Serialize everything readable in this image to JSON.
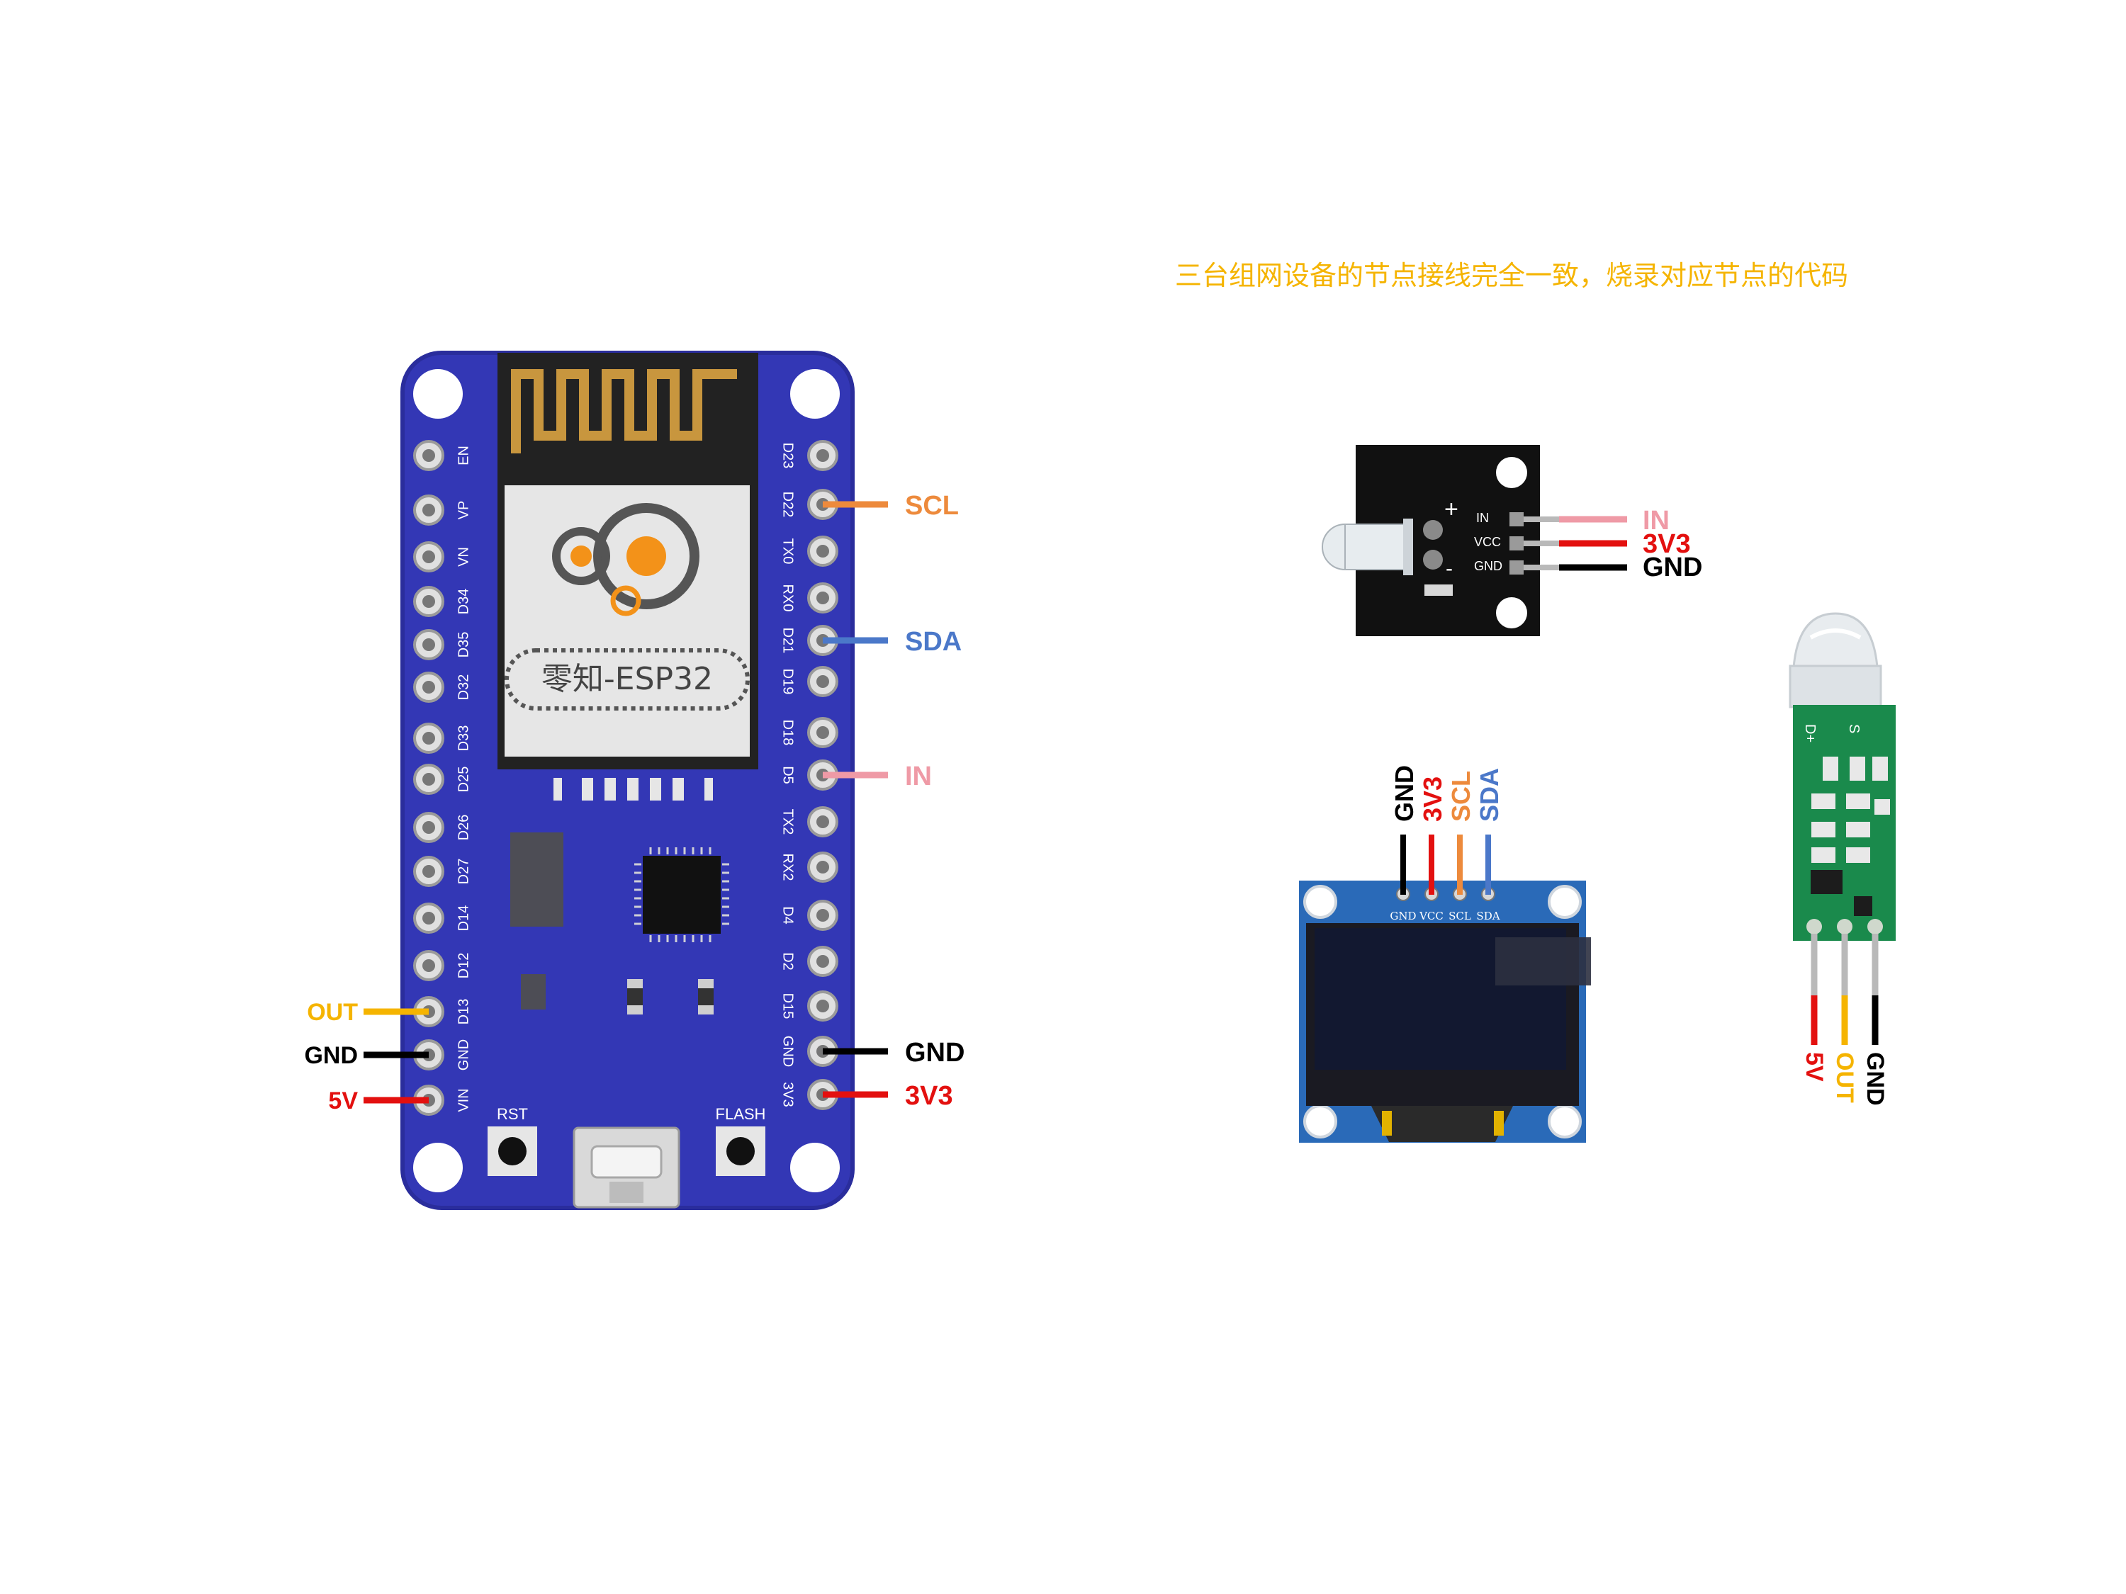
{
  "note": "三台组网设备的节点接线完全一致，烧录对应节点的代码",
  "colors": {
    "board_blue": "#3337b5",
    "board_edge": "#2a2d9c",
    "antenna_gold": "#c8963e",
    "module_dark": "#222222",
    "scl": "#ed8a3c",
    "sda": "#4b78c9",
    "in": "#ef9aa6",
    "out": "#f5b400",
    "gnd": "#000000",
    "power": "#e3100f",
    "logo_orange": "#f39219",
    "logo_dark": "#555555"
  },
  "esp32": {
    "module_label": "零知-ESP32",
    "left_pins": [
      "EN",
      "VP",
      "VN",
      "D34",
      "D35",
      "D32",
      "D33",
      "D25",
      "D26",
      "D27",
      "D14",
      "D12",
      "D13",
      "GND",
      "VIN"
    ],
    "right_pins": [
      "D23",
      "D22",
      "TX0",
      "RX0",
      "D21",
      "D19",
      "D18",
      "D5",
      "TX2",
      "RX2",
      "D4",
      "D2",
      "D15",
      "GND",
      "3V3"
    ],
    "rst_label": "RST",
    "flash_label": "FLASH"
  },
  "board_wires": {
    "scl": "SCL",
    "sda": "SDA",
    "in": "IN",
    "gnd_right": "GND",
    "v33": "3V3",
    "out": "OUT",
    "gnd_left": "GND",
    "v5": "5V"
  },
  "ir_module": {
    "pins": [
      "IN",
      "VCC",
      "GND"
    ],
    "wires": [
      "IN",
      "3V3",
      "GND"
    ],
    "plus_mark": "+",
    "minus_mark": "-"
  },
  "oled": {
    "pins": [
      "GND",
      "VCC",
      "SCL",
      "SDA"
    ],
    "wires": [
      "GND",
      "3V3",
      "SCL",
      "SDA"
    ]
  },
  "pir": {
    "top_marks": [
      "D+",
      "S"
    ],
    "wires": [
      "5V",
      "OUT",
      "GND"
    ]
  }
}
